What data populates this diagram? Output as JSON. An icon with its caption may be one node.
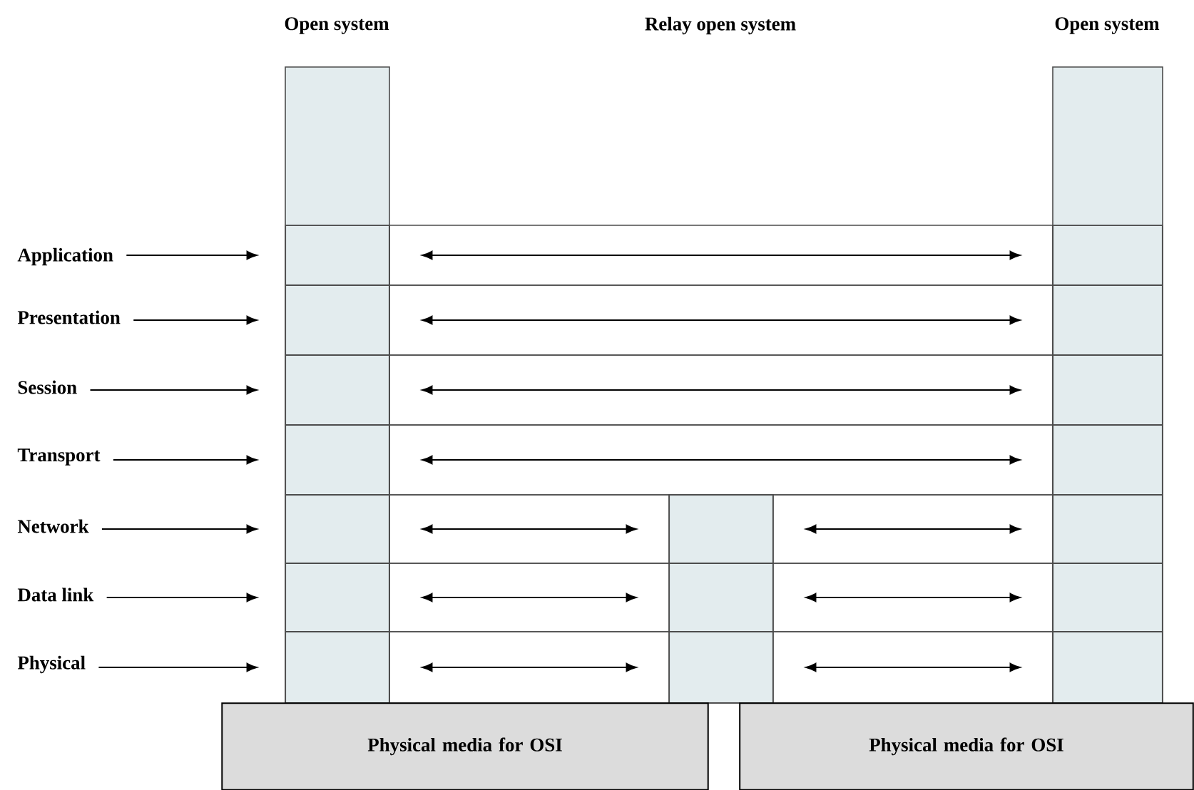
{
  "diagram": {
    "nodes": [
      {
        "text": [
          "Open system"
        ]
      },
      {
        "text": [],
        "shape": "box"
      },
      {
        "text": [
          "Open system"
        ]
      },
      {
        "text": [],
        "shape": "box",
        "in": 0
      },
      {
        "text": [],
        "shape": "box",
        "in": 0
      },
      {
        "text": [],
        "shape": "box",
        "in": 0
      },
      {
        "text": [],
        "shape": "box",
        "in": 0
      },
      {
        "text": [],
        "shape": "box",
        "in": 0
      },
      {
        "text": [],
        "shape": "box",
        "in": 0
      },
      {
        "text": [],
        "shape": "box",
        "in": 0
      },
      {
        "text": [],
        "shape": "box",
        "in": 2
      },
      {
        "text": [],
        "shape": "box",
        "in": 2
      },
      {
        "text": [],
        "shape": "box",
        "in": 2
      },
      {
        "text": [],
        "shape": "box",
        "in": 2
      },
      {
        "text": [],
        "shape": "box",
        "in": 2
      },
      {
        "text": [],
        "shape": "box",
        "in": 2
      },
      {
        "text": [],
        "shape": "box",
        "in": 2
      },
      {
        "text": [],
        "shape": "box",
        "in": 1
      },
      {
        "text": [],
        "shape": "box",
        "in": 1
      },
      {
        "text": [],
        "shape": "box",
        "in": 1
      },
      {
        "text": [
          "Application"
        ]
      },
      {
        "text": [
          "Presentation"
        ]
      },
      {
        "text": [
          "Session"
        ]
      },
      {
        "text": [
          "Transport"
        ]
      },
      {
        "text": [
          "Network"
        ]
      },
      {
        "text": [
          "Data link"
        ]
      },
      {
        "text": [
          "Physical"
        ]
      },
      {
        "text": [
          "Physical media for OSI"
        ]
      },
      {
        "text": [
          "Physical media for OSI"
        ]
      }
    ],
    "edges": [
      {
        "from": 20,
        "to": 3,
        "arrow": "to"
      },
      {
        "from": 21,
        "to": 4,
        "arrow": "to"
      },
      {
        "from": 22,
        "to": 5,
        "arrow": "to"
      },
      {
        "from": 23,
        "to": 6,
        "arrow": "to"
      },
      {
        "from": 24,
        "to": 7,
        "arrow": "to"
      },
      {
        "from": 25,
        "to": 8,
        "arrow": "to"
      },
      {
        "from": 26,
        "to": 9,
        "arrow": "to"
      },
      {
        "from": 3,
        "to": 10,
        "arrow": "both"
      },
      {
        "from": 4,
        "to": 11,
        "arrow": "both"
      },
      {
        "from": 5,
        "to": 12,
        "arrow": "both"
      },
      {
        "from": 6,
        "to": 13,
        "arrow": "both"
      },
      {
        "from": 7,
        "to": 17,
        "arrow": "both"
      },
      {
        "from": 17,
        "to": 14,
        "arrow": "both"
      },
      {
        "from": 8,
        "to": 18,
        "arrow": "both"
      },
      {
        "from": 18,
        "to": 15,
        "arrow": "both"
      },
      {
        "from": 9,
        "to": 19,
        "arrow": "both"
      },
      {
        "from": 19,
        "to": 16,
        "arrow": "both"
      }
    ],
    "labels": [
      "Relay open system"
    ]
  }
}
